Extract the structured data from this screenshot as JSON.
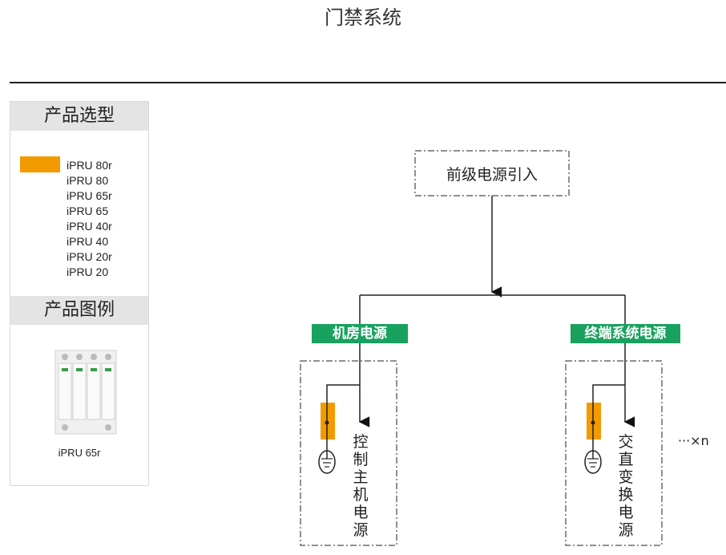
{
  "page_title": "门禁系统",
  "sidebar": {
    "section1_title": "产品选型",
    "models": [
      "iPRU 80r",
      "iPRU 80",
      "iPRU 65r",
      "iPRU 65",
      "iPRU 40r",
      "iPRU 40",
      "iPRU 20r",
      "iPRU 20"
    ],
    "selected_model_color": "#f39a00",
    "section2_title": "产品图例",
    "photo_caption": "iPRU 65r"
  },
  "diagram": {
    "source_box": "前级电源引入",
    "branch_left": {
      "label": "机房电源",
      "load": "控制主机电源"
    },
    "branch_right": {
      "label": "终端系统电源",
      "load": "交直变换电源"
    },
    "repeat_note": "···×n",
    "colors": {
      "label_bg": "#19a15f",
      "spd": "#f39a00"
    }
  }
}
